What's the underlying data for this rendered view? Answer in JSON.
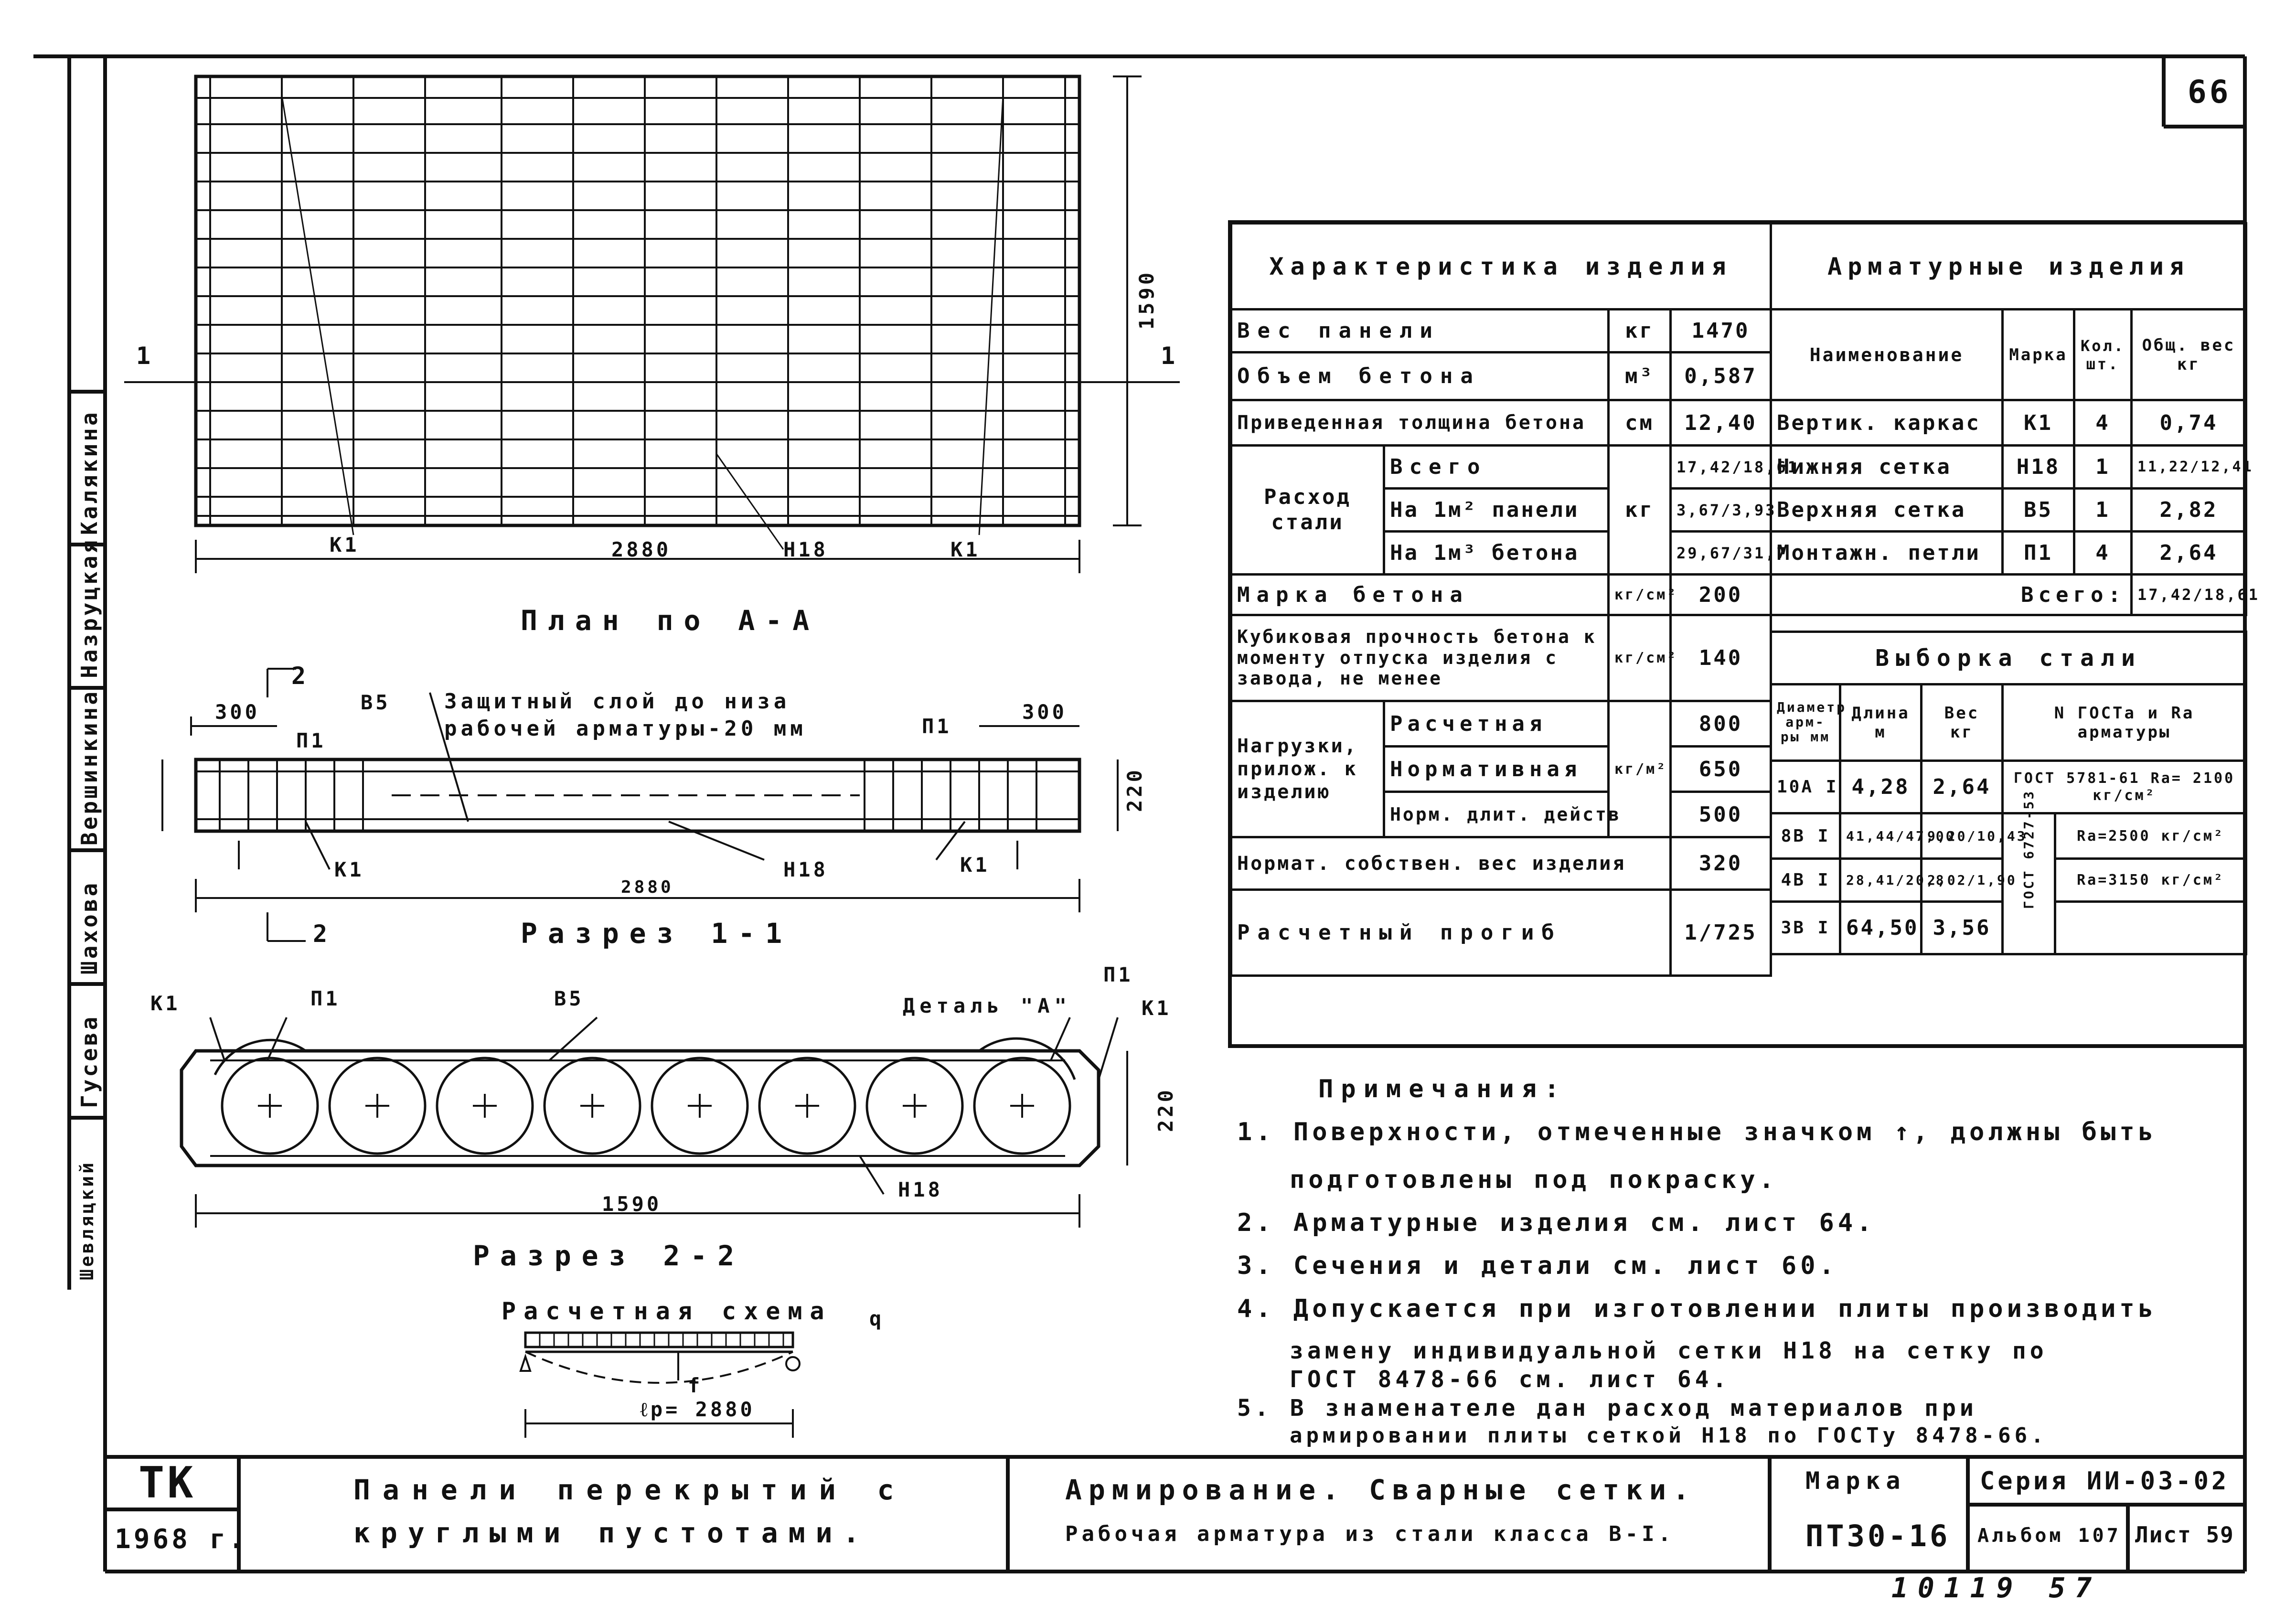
{
  "sheet_number": "66",
  "stamp_number": "10119 57",
  "side_strip": [
    "Калякина",
    "Назруцкая",
    "Вершинкина",
    "Шахова",
    "Гусева",
    "Шевляцкий"
  ],
  "plan": {
    "title": "План по А-А",
    "dim_length": "2880",
    "dim_width": "1590",
    "label_k1_left": "К1",
    "label_n18": "Н18",
    "label_k1_right": "К1",
    "section_mark_left": "1",
    "section_mark_right": "1"
  },
  "section11": {
    "title": "Разрез 1-1",
    "cover_note": "Защитный слой до низа рабочей арматуры-20 мм",
    "dim_left": "300",
    "dim_right": "300",
    "dim_height": "220",
    "dim_length": "2880",
    "label_v5": "В5",
    "label_p1_left": "П1",
    "label_p1_right": "П1",
    "label_k1_left": "К1",
    "label_n18": "Н18",
    "label_k1_right": "К1",
    "section_mark_top": "2",
    "section_mark_bottom": "2"
  },
  "section22": {
    "title": "Разрез 2-2",
    "detail": "Деталь \"А\"",
    "dim_width": "1590",
    "dim_height": "220",
    "label_k1_left": "К1",
    "label_p1_left": "П1",
    "label_v5": "В5",
    "label_p1_right": "П1",
    "label_k1_right": "К1",
    "label_n18": "Н18",
    "void_count": 8
  },
  "scheme": {
    "title": "Расчетная схема",
    "load": "q",
    "deflection": "f",
    "span": "ℓр= 2880"
  },
  "char_table": {
    "header": "Характеристика изделия",
    "rows": {
      "weight": {
        "label": "Вес панели",
        "unit": "кг",
        "value": "1470"
      },
      "volume": {
        "label": "Объем бетона",
        "unit": "м³",
        "value": "0,587"
      },
      "thickness": {
        "label": "Приведенная толщина бетона",
        "unit": "см",
        "value": "12,40"
      },
      "steel": {
        "label": "Расход стали",
        "unit": "кг",
        "total_label": "Всего",
        "total_value": "17,42/18,61",
        "m2_label": "На 1м² панели",
        "m2_value": "3,67/3,93",
        "m3_label": "На 1м³ бетона",
        "m3_value": "29,67/31,7"
      },
      "grade": {
        "label": "Марка бетона",
        "unit": "кг/см²",
        "value": "200"
      },
      "cube": {
        "label": "Кубиковая прочность бетона к моменту отпуска изделия с завода, не менее",
        "unit": "кг/см²",
        "value": "140"
      },
      "loads": {
        "label": "Нагрузки, прилож. к изделию",
        "unit": "кг/м²",
        "calc_label": "Расчетная",
        "calc_value": "800",
        "norm_label": "Нормативная",
        "norm_value": "650",
        "long_label": "Норм. длит. действ",
        "long_value": "500"
      },
      "own": {
        "label": "Нормат. собствен. вес изделия",
        "value": "320"
      },
      "deflection": {
        "label": "Расчетный прогиб",
        "value": "1/725"
      }
    }
  },
  "arm_table": {
    "header": "Арматурные изделия",
    "cols": {
      "name": "Наименование",
      "mark": "Марка",
      "qty": "Кол. шт.",
      "weight": "Общ. вес кг"
    },
    "rows": [
      {
        "name": "Вертик. каркас",
        "mark": "К1",
        "qty": "4",
        "weight": "0,74"
      },
      {
        "name": "Нижняя сетка",
        "mark": "Н18",
        "qty": "1",
        "weight": "11,22/12,41"
      },
      {
        "name": "Верхняя сетка",
        "mark": "В5",
        "qty": "1",
        "weight": "2,82"
      },
      {
        "name": "Монтажн. петли",
        "mark": "П1",
        "qty": "4",
        "weight": "2,64"
      }
    ],
    "total_label": "Всего:",
    "total_value": "17,42/18,61"
  },
  "steel_table": {
    "header": "Выборка стали",
    "cols": {
      "dia": "Диаметр арм-ры мм",
      "len": "Длина м",
      "wt": "Вес кг",
      "gost": "N ГОСТа и Rа арматуры"
    },
    "rows": [
      {
        "dia": "10А I",
        "len": "4,28",
        "wt": "2,64",
        "gost": "ГОСТ 5781-61 Rа= 2100 кг/см²"
      },
      {
        "dia": "8В I",
        "len": "41,44/47,00",
        "wt": "9,20/10,43",
        "gost": "Rа=2500 кг/см²"
      },
      {
        "dia": "4В I",
        "len": "28,41/20,8",
        "wt": "2,02/1,90",
        "gost": "Rа=3150 кг/см²"
      },
      {
        "dia": "3В I",
        "len": "64,50",
        "wt": "3,56",
        "gost": ""
      }
    ],
    "gost_merged": "ГОСТ 6727-53"
  },
  "notes": {
    "title": "Примечания:",
    "items": [
      "1. Поверхности, отмеченные значком ↑, должны быть",
      "подготовлены под покраску.",
      "2. Арматурные изделия см. лист 64.",
      "3. Сечения и детали см. лист 60.",
      "4. Допускается при изготовлении плиты производить",
      "замену индивидуальной сетки Н18 на сетку по",
      "ГОСТ 8478-66 см. лист 64.",
      "5. В знаменателе дан расход материалов при",
      "армировании плиты сеткой Н18 по ГОСТу 8478-66."
    ]
  },
  "title_block": {
    "org": "ТК",
    "year": "1968 г.",
    "name_line1": "Панели перекрытий с",
    "name_line2": "круглыми пустотами.",
    "desc_line1": "Армирование. Сварные сетки.",
    "desc_line2": "Рабочая арматура из стали класса В-I.",
    "mark_label": "Марка",
    "mark_value": "ПТ30-16",
    "series": "Серия ИИ-03-02",
    "album": "Альбом 107",
    "sheet": "Лист 59"
  }
}
